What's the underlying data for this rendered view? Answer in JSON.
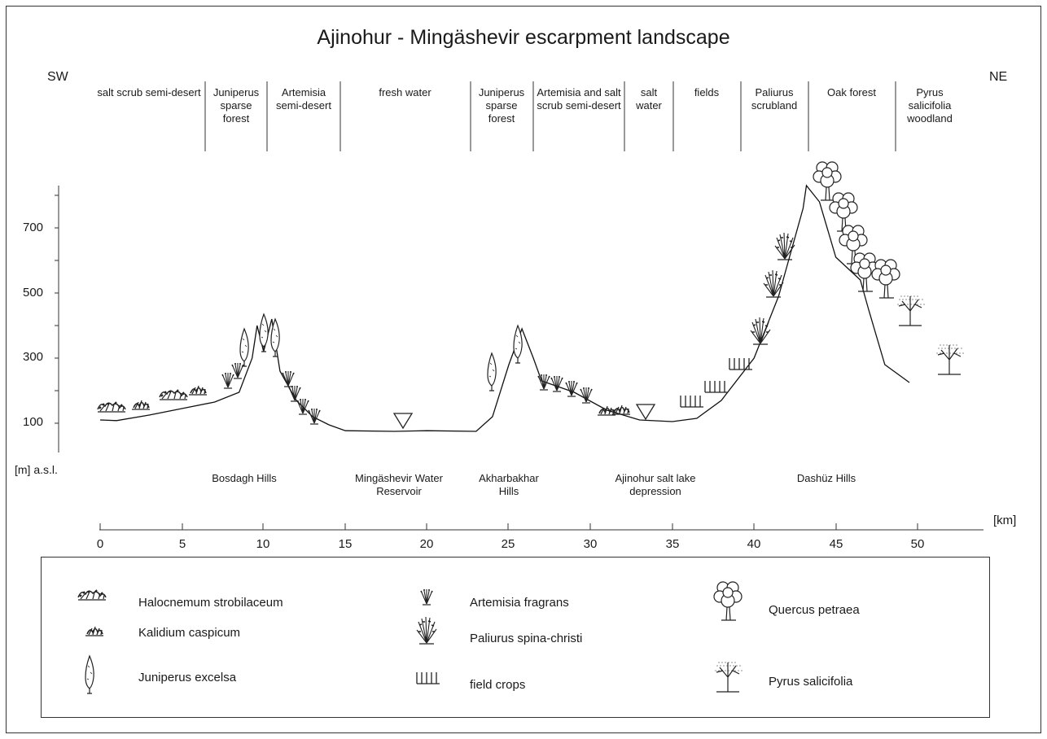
{
  "title": "Ajinohur - Mingäshevir escarpment landscape",
  "direction_left": "SW",
  "direction_right": "NE",
  "zones": [
    {
      "label": "salt scrub semi-desert"
    },
    {
      "label": "Juniperus sparse forest"
    },
    {
      "label": "Artemisia semi-desert"
    },
    {
      "label": "fresh water"
    },
    {
      "label": "Juniperus sparse forest"
    },
    {
      "label": "Artemisia and salt scrub semi-desert"
    },
    {
      "label": "salt water"
    },
    {
      "label": "fields"
    },
    {
      "label": "Paliurus scrubland"
    },
    {
      "label": "Oak forest"
    },
    {
      "label": "Pyrus salicifolia woodland"
    }
  ],
  "places": [
    {
      "label": "Bosdagh Hills"
    },
    {
      "label": "Mingäshevir Water Reservoir"
    },
    {
      "label": "Akharbakhar Hills"
    },
    {
      "label": "Ajinohur salt lake depression"
    },
    {
      "label": "Dashüz Hills"
    }
  ],
  "y_axis": {
    "unit": "[m] a.s.l.",
    "ticks": [
      "100",
      "300",
      "500",
      "700"
    ]
  },
  "x_axis": {
    "unit": "[km]",
    "ticks": [
      "0",
      "5",
      "10",
      "15",
      "20",
      "25",
      "30",
      "35",
      "40",
      "45",
      "50"
    ]
  },
  "profile_km_m": [
    [
      0,
      110
    ],
    [
      1,
      108
    ],
    [
      3,
      125
    ],
    [
      5,
      145
    ],
    [
      7,
      165
    ],
    [
      8.5,
      195
    ],
    [
      9.3,
      300
    ],
    [
      9.6,
      400
    ],
    [
      10,
      320
    ],
    [
      10.5,
      420
    ],
    [
      11,
      260
    ],
    [
      12,
      170
    ],
    [
      13,
      120
    ],
    [
      14,
      95
    ],
    [
      15,
      77
    ],
    [
      18,
      75
    ],
    [
      20,
      77
    ],
    [
      23,
      75
    ],
    [
      24,
      120
    ],
    [
      25,
      280
    ],
    [
      25.8,
      390
    ],
    [
      26.5,
      300
    ],
    [
      27,
      230
    ],
    [
      29,
      195
    ],
    [
      31,
      140
    ],
    [
      33,
      110
    ],
    [
      35,
      105
    ],
    [
      36.5,
      115
    ],
    [
      38,
      170
    ],
    [
      40,
      300
    ],
    [
      41.5,
      490
    ],
    [
      43,
      760
    ],
    [
      43.2,
      830
    ],
    [
      44,
      780
    ],
    [
      45,
      610
    ],
    [
      46.5,
      540
    ],
    [
      47,
      450
    ],
    [
      48,
      280
    ],
    [
      49.5,
      225
    ]
  ],
  "legend": [
    {
      "label": "Halocnemum strobilaceum",
      "icon": "shrub-icon"
    },
    {
      "label": "Kalidium caspicum",
      "icon": "small-shrub-icon"
    },
    {
      "label": "Juniperus excelsa",
      "icon": "juniper-icon"
    },
    {
      "label": "Artemisia fragrans",
      "icon": "artemisia-icon"
    },
    {
      "label": "Paliurus spina-christi",
      "icon": "paliurus-icon"
    },
    {
      "label": "field crops",
      "icon": "crop-icon"
    },
    {
      "label": "Quercus petraea",
      "icon": "oak-icon"
    },
    {
      "label": "Pyrus salicifolia",
      "icon": "pyrus-icon"
    }
  ]
}
